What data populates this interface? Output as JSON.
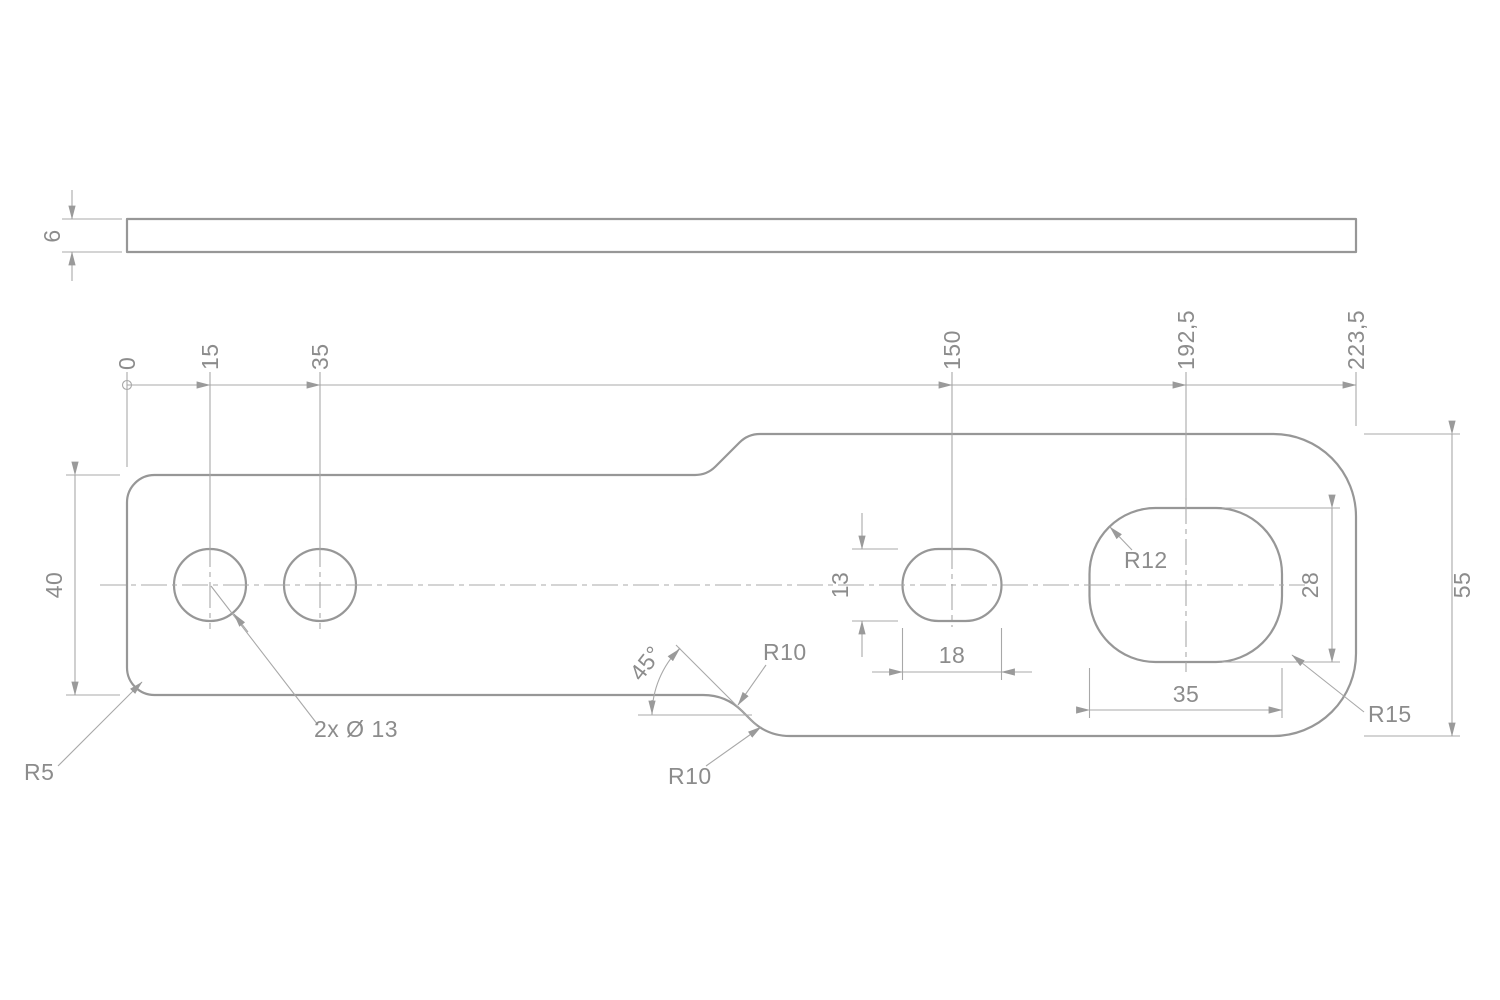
{
  "drawing": {
    "labels": {
      "thickness": "6",
      "ordinates": [
        "0",
        "15",
        "35",
        "150",
        "192,5",
        "223,5"
      ],
      "height_left": "40",
      "height_right": "55",
      "slot_height": "13",
      "slot_width": "18",
      "pocket_height": "28",
      "pocket_width": "35",
      "pocket_radius": "R12",
      "corner_radius_right": "R15",
      "corner_radius_left": "R5",
      "holes_callout": "2x Ø 13",
      "step_angle": "45°",
      "step_radius_upper": "R10",
      "step_radius_lower": "R10"
    },
    "colors": {
      "line": "#979797",
      "dimension_line": "#a8a8a8",
      "text": "#8c8c8c",
      "background": "#ffffff"
    }
  }
}
